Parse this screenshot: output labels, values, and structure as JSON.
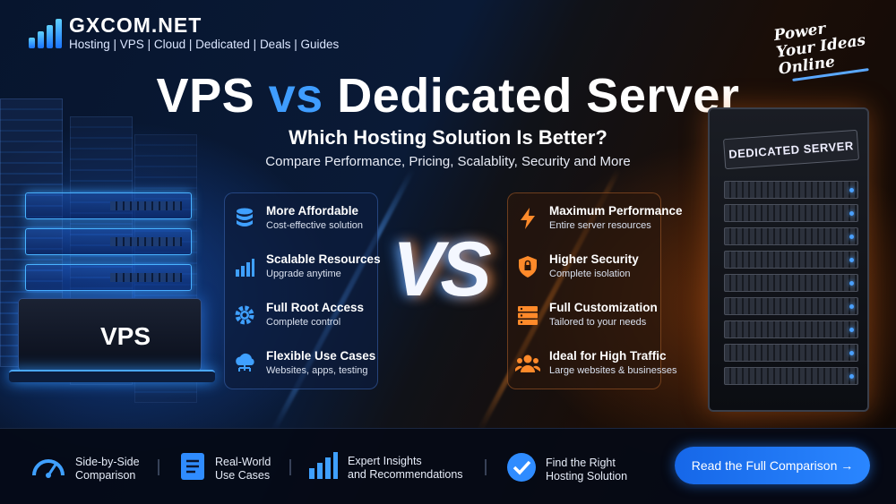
{
  "brand": {
    "name": "GXCOM.NET",
    "nav": [
      "Hosting",
      "VPS",
      "Cloud",
      "Dedicated",
      "Deals",
      "Guides"
    ]
  },
  "slogan": {
    "line1": "Power",
    "line2": "Your Ideas",
    "line3": "Online"
  },
  "headline": {
    "part1": "VPS",
    "part2": "vs",
    "part3": "Dedicated Server"
  },
  "subtitle": "Which Hosting Solution Is Better?",
  "tagline": "Compare Performance, Pricing, Scalablity, Security and More",
  "vps_label": "VPS",
  "dedicated_label": "DEDICATED SERVER",
  "vs_text": "VS",
  "vps_features": [
    {
      "title": "More Affordable",
      "desc": "Cost-effective solution",
      "icon": "database-icon"
    },
    {
      "title": "Scalable Resources",
      "desc": "Upgrade anytime",
      "icon": "bar-chart-icon"
    },
    {
      "title": "Full Root Access",
      "desc": "Complete control",
      "icon": "gear-icon"
    },
    {
      "title": "Flexible Use Cases",
      "desc": "Websites, apps, testing",
      "icon": "cloud-network-icon"
    }
  ],
  "dedicated_features": [
    {
      "title": "Maximum Performance",
      "desc": "Entire server resources",
      "icon": "lightning-icon"
    },
    {
      "title": "Higher Security",
      "desc": "Complete isolation",
      "icon": "shield-icon"
    },
    {
      "title": "Full Customization",
      "desc": "Tailored to your needs",
      "icon": "server-stack-icon"
    },
    {
      "title": "Ideal for High Traffic",
      "desc": "Large websites & businesses",
      "icon": "users-icon"
    }
  ],
  "bottom_features": [
    {
      "line1": "Side-by-Side",
      "line2": "Comparison",
      "icon": "speedometer-icon"
    },
    {
      "line1": "Real-World",
      "line2": "Use Cases",
      "icon": "document-list-icon"
    },
    {
      "line1": "Expert Insights",
      "line2": "and Recommendations",
      "icon": "bar-chart-icon"
    },
    {
      "line1": "Find the Right",
      "line2": "Hosting Solution",
      "icon": "check-circle-icon"
    }
  ],
  "cta": {
    "label": "Read the Full Comparison →"
  },
  "colors": {
    "accent_blue": "#3f9dff",
    "accent_orange": "#ff8a2a",
    "cta_blue": "#1f78f5"
  }
}
